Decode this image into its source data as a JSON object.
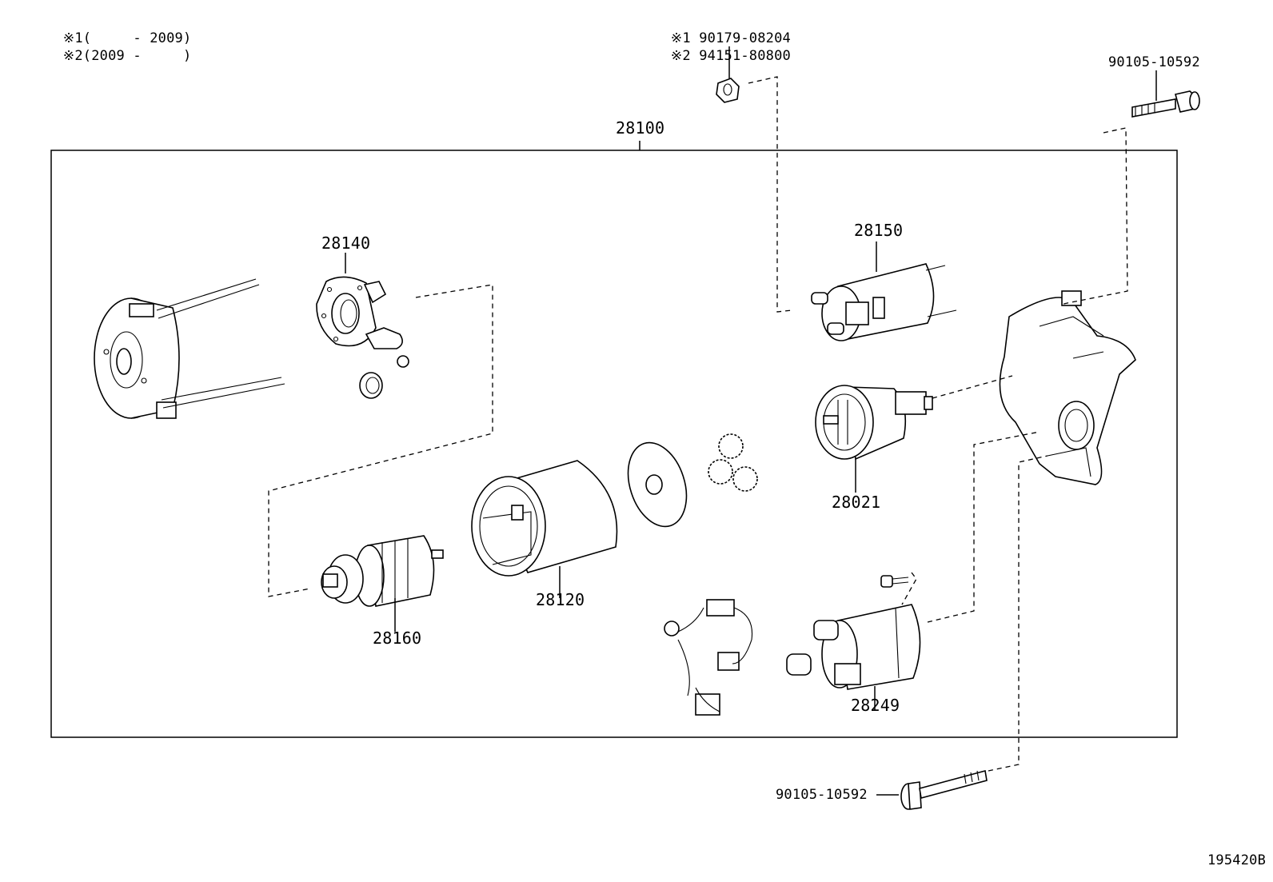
{
  "notes": [
    {
      "mark": "※1",
      "text": "(     - 2009)"
    },
    {
      "mark": "※2",
      "text": "(2009 -     )"
    }
  ],
  "fastener_variants": [
    {
      "mark": "※1",
      "part_no": "90179-08204"
    },
    {
      "mark": "※2",
      "part_no": "94151-80800"
    }
  ],
  "assembly": {
    "part_no": "28100"
  },
  "callouts": {
    "bolt_top": "90105-10592",
    "bolt_bottom": "90105-10592",
    "brush_holder": "28140",
    "switch": "28150",
    "clutch": "28021",
    "yoke": "28120",
    "armature": "28160",
    "lever": "28249"
  },
  "diagram_id": "195420B"
}
